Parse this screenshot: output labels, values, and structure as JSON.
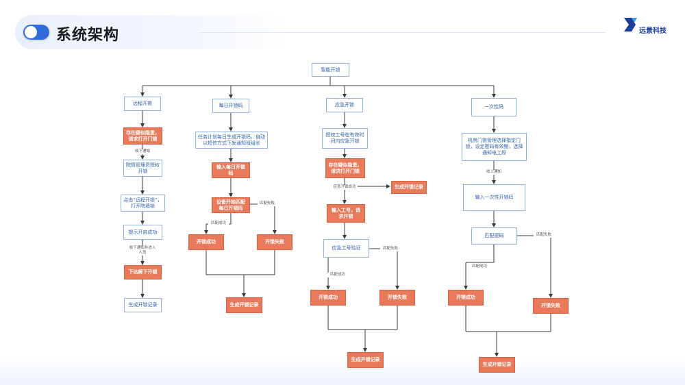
{
  "header": {
    "title": "系统架构",
    "company": "远景科技"
  },
  "diagram": {
    "root": "智能开锁",
    "branch_remote": {
      "title": "远程开锁",
      "step1": "存在疑似隐患，请求打开门锁",
      "note1": "收下通知",
      "step2": "院情管理员授权开锁",
      "step3": "点击“远程开锁”，打开院墙锁",
      "step4": "提示开启成功",
      "note2": "收下通知并进入人员",
      "step5": "下达解下开锁",
      "step6": "生成开锁记录"
    },
    "branch_daily": {
      "title": "每日开锁码",
      "step1": "任务计划每日生成开锁码，自动以短信方式下发通知班组长",
      "step2": "输入每日开锁码",
      "step3": "设备开始匹配每日开锁码",
      "fail_label": "匹配失败",
      "success_label": "匹配成功",
      "success": "开锁成功",
      "fail": "开锁失败",
      "record": "生成开锁记录"
    },
    "branch_emergency": {
      "title": "应急开锁",
      "step1": "授权工号在有效时间内应急开锁",
      "step2": "存在疑似隐患，请求打开门锁",
      "side_label": "应急开锁成功",
      "side_record": "生成开锁记录",
      "step3": "输入工号，请求开锁",
      "step4": "应急工号验证",
      "fail_label": "匹配失败",
      "success_label": "匹配成功",
      "success": "开锁成功",
      "fail": "开锁失败",
      "record": "生成开锁记录"
    },
    "branch_once": {
      "title": "一次性码",
      "step1": "机房门锁管理选择指定门锁，设定密码有效期，选择通知电工段",
      "note1": "收上通知",
      "step2": "输入一次性开锁码",
      "step3": "匹配密码",
      "fail_label": "匹配失败",
      "success_label": "匹配成功",
      "success": "开锁成功",
      "fail": "开锁失败",
      "record": "生成开锁记录"
    }
  }
}
